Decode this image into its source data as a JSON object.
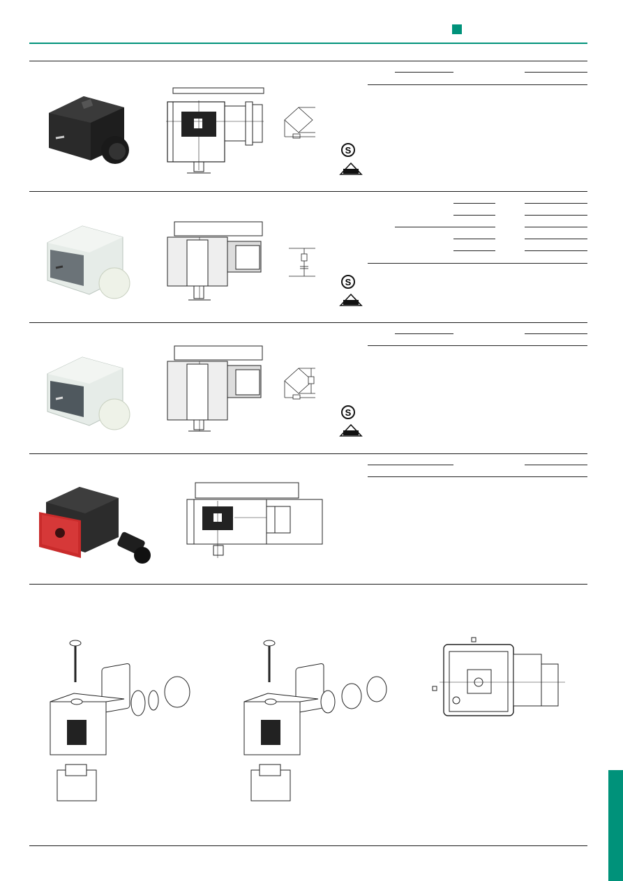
{
  "page": {
    "accent_color": "#00927a",
    "rule_color": "#1a1a1a"
  },
  "sections": [
    {
      "product": "black-connector-with-screw",
      "diagram": "bridge-rectifier-circuit",
      "marks": [
        "s-approval-icon",
        "vde-icon"
      ]
    },
    {
      "product": "transparent-connector",
      "diagram": "rc-suppression-circuit",
      "marks": [
        "s-approval-icon",
        "vde-icon"
      ]
    },
    {
      "product": "transparent-connector",
      "diagram": "bridge-rectifier-led-circuit",
      "marks": [
        "s-approval-icon",
        "vde-icon"
      ]
    },
    {
      "product": "red-black-m12-connector",
      "diagram": "",
      "marks": []
    }
  ],
  "exploded_views": [
    "gland-exploded-view",
    "clip-exploded-view",
    "mounting-plan-view"
  ]
}
